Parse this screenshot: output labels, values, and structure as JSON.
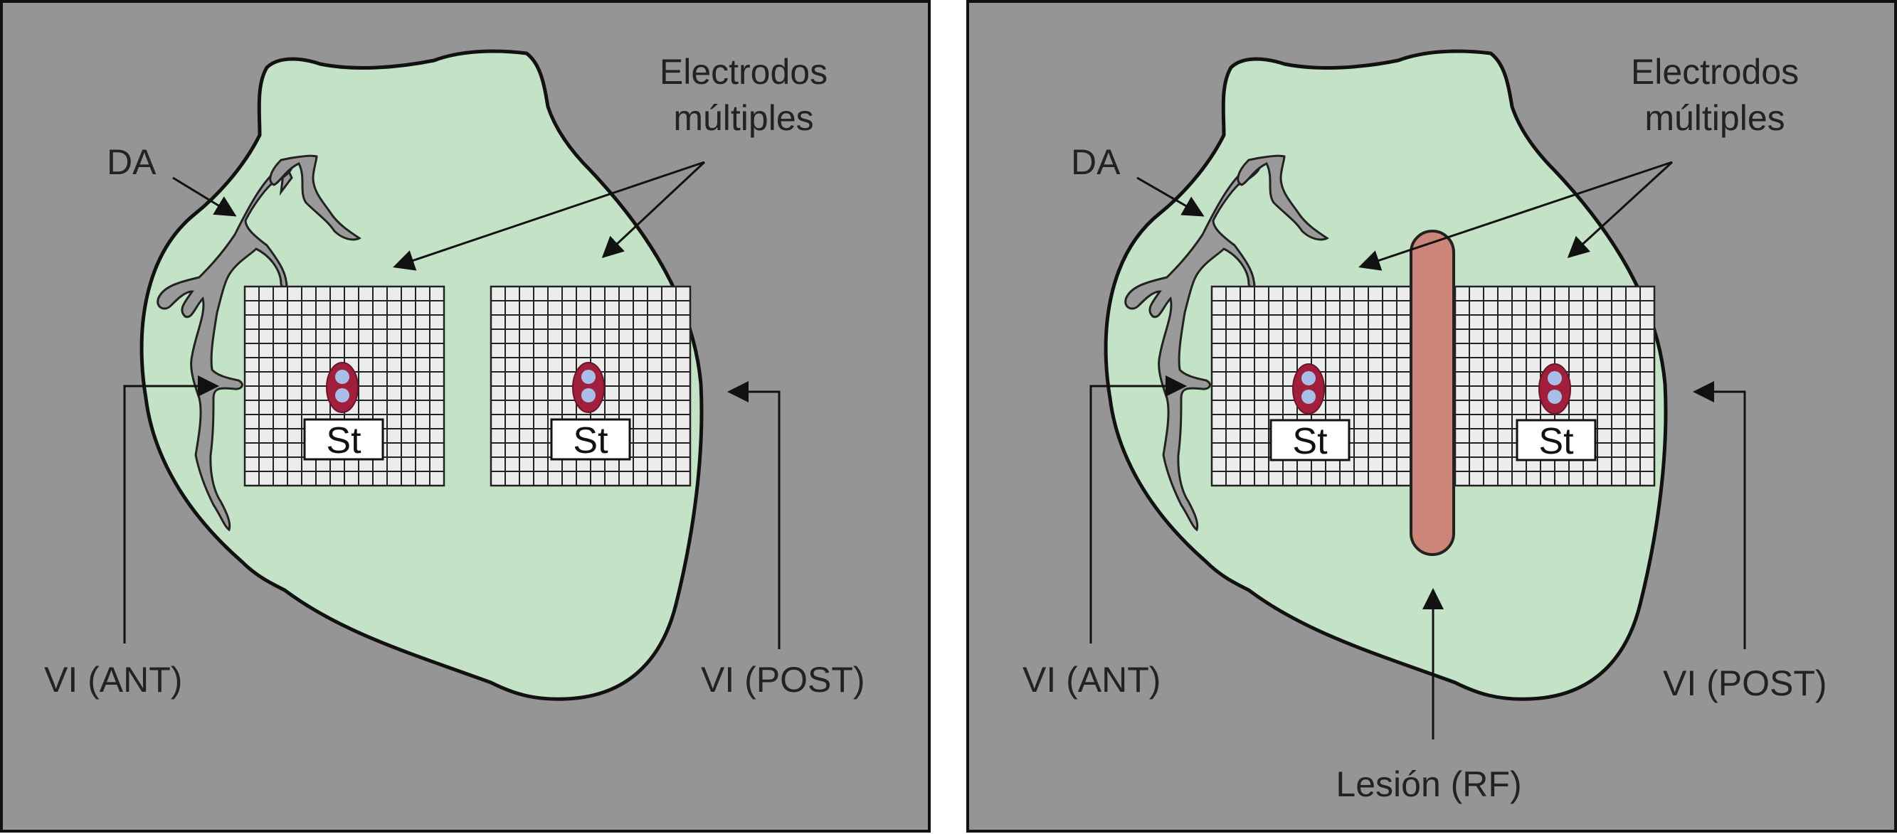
{
  "panels": [
    {
      "labels": {
        "electrodes_line1": "Electrodos",
        "electrodes_line2": "múltiples",
        "lad": "DA",
        "lv_ant": "VI (ANT)",
        "lv_post": "VI (POST)"
      },
      "stimulus_labels": [
        "St",
        "St"
      ]
    },
    {
      "labels": {
        "electrodes_line1": "Electrodos",
        "electrodes_line2": "múltiples",
        "lad": "DA",
        "lv_ant": "VI (ANT)",
        "lv_post": "VI (POST)",
        "lesion": "Lesión (RF)"
      },
      "stimulus_labels": [
        "St",
        "St"
      ]
    }
  ],
  "colors": {
    "background": "#959595",
    "heart": "#c4e3c6",
    "vessel": "#999999",
    "grid": "#ececec",
    "electrode_ring": "#a01f3c",
    "electrode_dot": "#a9bfe8",
    "lesion": "#cc8579"
  }
}
